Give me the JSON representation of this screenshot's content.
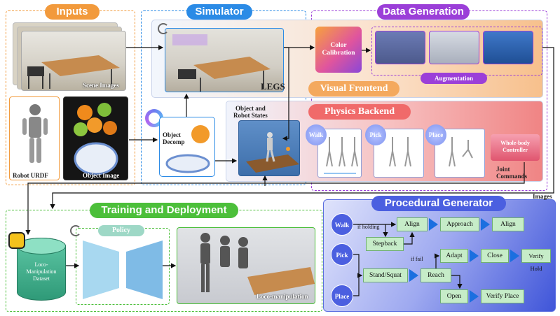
{
  "sections": {
    "inputs": "Inputs",
    "simulator": "Simulator",
    "data_generation": "Data Generation",
    "training": "Training and Deployment",
    "procedural": "Procedural Generator"
  },
  "inputs": {
    "scene_images": "Scene Images",
    "robot_urdf": "Robot URDF",
    "object_image": "Object Image"
  },
  "simulator": {
    "legs": "LEGS",
    "object_decomp": "Object\nDecomp",
    "object_robot_states": "Object and\nRobot States",
    "visual_frontend": "Visual Frontend",
    "physics_backend": "Physics Backend",
    "skills": [
      "Walk",
      "Pick",
      "Place"
    ],
    "controller": "Whole-body\nController",
    "joint_commands": "Joint\nCommands"
  },
  "data_generation": {
    "color_calibration": "Color\nCalibration",
    "augmentation": "Augmentation",
    "images": "Images"
  },
  "training": {
    "dataset": "Loco-\nManipulation\nDataset",
    "policy": "Policy",
    "loco_manipulation": "Loco-manipulation"
  },
  "procedural": {
    "walk": "Walk",
    "pick": "Pick",
    "place": "Place",
    "if_holding": "if holding",
    "if_fail": "if fail",
    "align1": "Align",
    "approach": "Approach",
    "align2": "Align",
    "stepback": "Stepback",
    "adapt": "Adapt",
    "close": "Close",
    "verify_hold": "Verify Hold",
    "stand_squat": "Stand/Squat",
    "reach": "Reach",
    "open": "Open",
    "verify_place": "Verify Place"
  },
  "colors": {
    "inputs": "#f29a3c",
    "simulator": "#2b8be6",
    "data_generation": "#9b3fd8",
    "training": "#4cbf3a",
    "procedural": "#3f55d9",
    "physics": "#f06a6a",
    "visual": "#f4b47a"
  }
}
